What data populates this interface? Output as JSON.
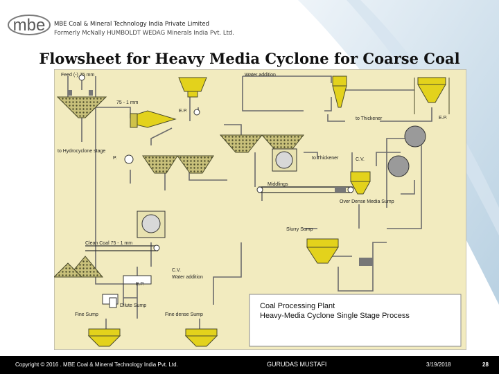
{
  "header": {
    "logo_text": "mbe",
    "company_name": "MBE Coal & Mineral Technology India Private Limited",
    "former_name": "Formerly McNally HUMBOLDT WEDAG Minerals India Pvt. Ltd."
  },
  "slide": {
    "title": "Flowsheet for Heavy Media Cyclone for Coarse Coal"
  },
  "diagram": {
    "labels": {
      "feed": "Feed (-) 75 mm",
      "water_addition": "Water addition",
      "size_75": "75 - 1 mm",
      "ep_left": "E.P.",
      "ep_right": "E.P.",
      "to_thickener_top": "to Thickener",
      "to_hydrocyclone": "to Hydrocyclone stage",
      "p_left": "P.",
      "to_thickener_mid": "to Thickener",
      "cv": "C.V.",
      "middlings": "Middlings",
      "over_dense_media": "Over Dense Media Sump",
      "slurry_sump": "Slurry Sump",
      "clean_coal": "Clean Coal 75 - 1 mm",
      "cv_lower": "C.V.",
      "water_addition_lower": "Water addition",
      "ep_lower": "E.P.",
      "dilute_sump": "Dilute Sump",
      "fine_sump": "Fine Sump",
      "fines_sump": "Fine dense Sump"
    },
    "legend": {
      "line1": "Coal Processing Plant",
      "line2": "Heavy-Media Cyclone Single Stage Process"
    },
    "colors": {
      "background": "#f2ebbf",
      "equipment": "#e3d21c",
      "pipe": "#6b6b6b"
    }
  },
  "footer": {
    "copyright": "Copyright © 2016 . MBE Coal & Mineral Technology India Pvt. Ltd.",
    "author": "GURUDAS MUSTAFI",
    "date": "3/19/2018",
    "page": "28"
  }
}
